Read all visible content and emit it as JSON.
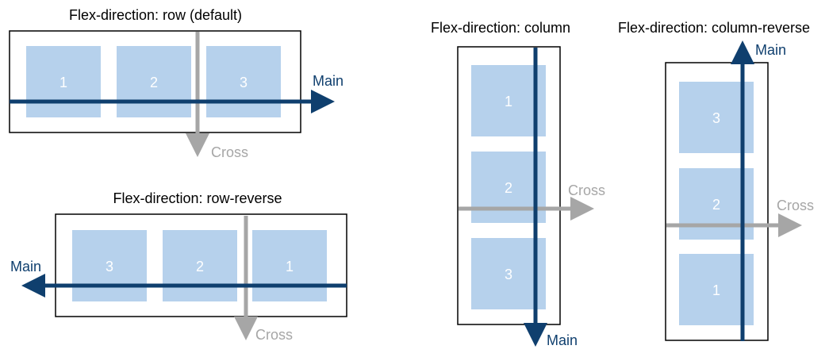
{
  "colors": {
    "main_axis": "#0f3f6e",
    "cross_axis": "#a6a6a6",
    "item_fill": "#b6d1ec",
    "container_border": "#000000"
  },
  "diagrams": {
    "row": {
      "title": "Flex-direction: row (default)",
      "items": [
        "1",
        "2",
        "3"
      ],
      "main_label": "Main",
      "cross_label": "Cross"
    },
    "row_reverse": {
      "title": "Flex-direction: row-reverse",
      "items": [
        "3",
        "2",
        "1"
      ],
      "main_label": "Main",
      "cross_label": "Cross"
    },
    "column": {
      "title": "Flex-direction: column",
      "items": [
        "1",
        "2",
        "3"
      ],
      "main_label": "Main",
      "cross_label": "Cross"
    },
    "column_reverse": {
      "title": "Flex-direction: column-reverse",
      "items": [
        "3",
        "2",
        "1"
      ],
      "main_label": "Main",
      "cross_label": "Cross"
    }
  }
}
